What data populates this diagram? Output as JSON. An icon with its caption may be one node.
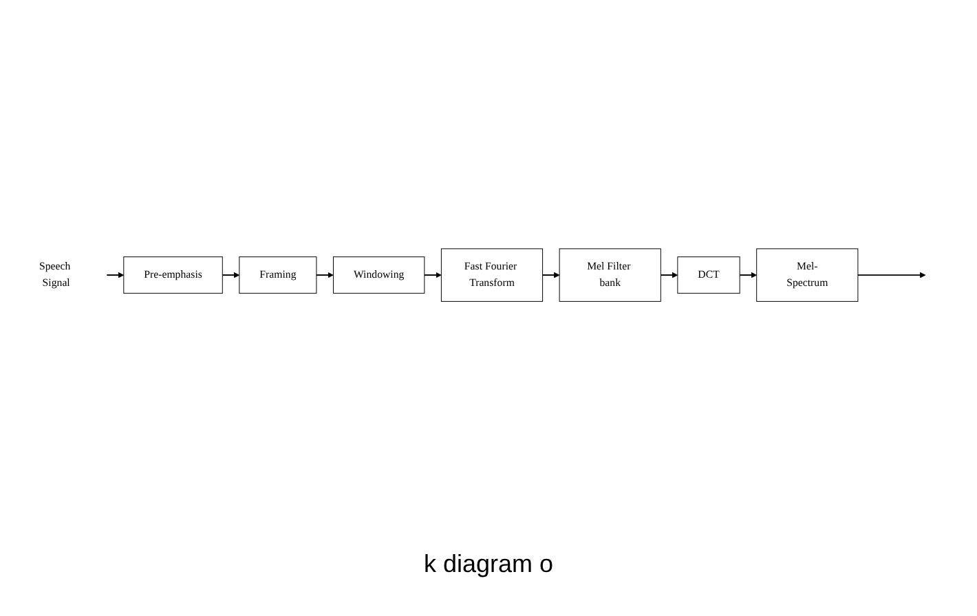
{
  "diagram": {
    "nodes": [
      {
        "text": [
          "Speech Signal"
        ]
      },
      {
        "text": [
          "Pre-emphasis"
        ]
      },
      {
        "text": [
          "Framing"
        ]
      },
      {
        "text": [
          "Windowing"
        ]
      },
      {
        "text": [
          "Fast Fourier Transform"
        ]
      },
      {
        "text": [
          "Mel Filter bank"
        ]
      },
      {
        "text": [
          "DCT"
        ]
      },
      {
        "text": [
          "Mel-Spectrum"
        ]
      }
    ],
    "edges": [
      {
        "from": 0,
        "to": 1,
        "arrow": "to"
      },
      {
        "from": 1,
        "to": 2,
        "arrow": "to"
      },
      {
        "from": 2,
        "to": 3,
        "arrow": "to"
      },
      {
        "from": 3,
        "to": 4,
        "arrow": "to"
      },
      {
        "from": 4,
        "to": 5,
        "arrow": "to"
      },
      {
        "from": 5,
        "to": 6,
        "arrow": "to"
      },
      {
        "from": 6,
        "to": 7,
        "arrow": "to"
      },
      {
        "from": 7,
        "to": null,
        "arrow": "to"
      }
    ],
    "labels": [
      "k diagram o"
    ]
  }
}
